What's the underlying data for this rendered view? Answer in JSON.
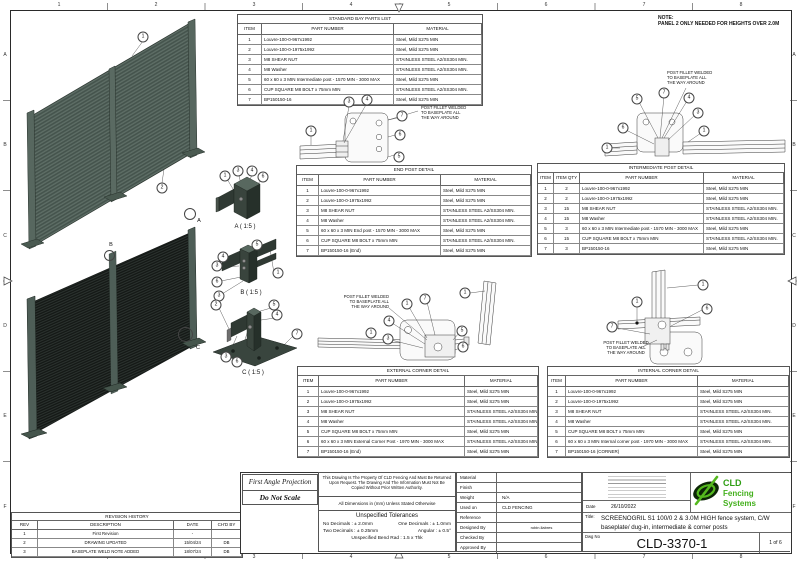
{
  "sheet": {
    "grid_cols": [
      "1",
      "2",
      "3",
      "4",
      "5",
      "6",
      "7",
      "8"
    ],
    "grid_rows": [
      "A",
      "B",
      "C",
      "D",
      "E",
      "F"
    ]
  },
  "note": {
    "heading": "NOTE:",
    "body": "PANEL 2 ONLY NEEDED FOR HEIGHTS OVER 2.0M"
  },
  "weld_note": "POST FILLET WELDED\nTO BASEPLATE ALL\nTHE WAY AROUND",
  "views": {
    "a": "A ( 1:5 )",
    "b": "B ( 1:5 )",
    "c": "C ( 1:5 )"
  },
  "markers": {
    "a": "A",
    "b": "B",
    "c": "C"
  },
  "callouts": {
    "fence1": [
      "1",
      "2"
    ],
    "detail_a": [
      "1",
      "3",
      "4",
      "6"
    ],
    "detail_b": [
      "5",
      "4",
      "3",
      "6",
      "1",
      "3"
    ],
    "detail_c": [
      "2",
      "5",
      "4",
      "7",
      "3",
      "6"
    ],
    "end_post": [
      "1",
      "3",
      "4",
      "7",
      "6",
      "5"
    ],
    "intermediate": [
      "5",
      "7",
      "4",
      "3",
      "6",
      "1",
      "1"
    ],
    "external": [
      "1",
      "7",
      "1",
      "4",
      "1",
      "3",
      "5",
      "6"
    ],
    "internal": [
      "1",
      "1",
      "6",
      "7"
    ]
  },
  "tables": {
    "standard_bay": {
      "title": "STANDARD BAY PARTS LIST",
      "headers": [
        "ITEM",
        "PART NUMBER",
        "MATERIAL"
      ],
      "rows": [
        [
          "1",
          "Louvre-100-0-967x1992",
          "Steel, Mild S275 MIN"
        ],
        [
          "2",
          "Louvre-100-0-1975x1992",
          "Steel, Mild S275 MIN"
        ],
        [
          "3",
          "M8 SHEAR NUT",
          "STAINLESS STEEL A2/SS304 MIN."
        ],
        [
          "4",
          "M8 Washer",
          "STAINLESS STEEL A2/SS304 MIN."
        ],
        [
          "5",
          "60 x 60 x 3 MIN Intermediate post - 1570 MIN - 3000 MAX",
          "Steel, Mild S275 MIN"
        ],
        [
          "6",
          "CUP SQUARE M8 BOLT x 75mm MIN",
          "STAINLESS STEEL A2/SS304 MIN."
        ],
        [
          "7",
          "BP150150-16",
          "Steel, Mild S275 MIN"
        ]
      ]
    },
    "end_post": {
      "title": "END POST DETAIL",
      "headers": [
        "ITEM",
        "PART NUMBER",
        "MATERIAL"
      ],
      "rows": [
        [
          "1",
          "Louvre-100-0-967x1992",
          "Steel, Mild S275 MIN"
        ],
        [
          "2",
          "Louvre-100-0-1975x1992",
          "Steel, Mild S275 MIN"
        ],
        [
          "3",
          "M8 SHEAR NUT",
          "STAINLESS STEEL A2/SS304 MIN."
        ],
        [
          "4",
          "M8 Washer",
          "STAINLESS STEEL A2/SS304 MIN."
        ],
        [
          "5",
          "60 x 60 x 3 MIN End post - 1570 MIN - 3000 MAX",
          "Steel, Mild S275 MIN"
        ],
        [
          "6",
          "CUP SQUARE M8 BOLT x 75mm MIN",
          "STAINLESS STEEL A2/SS304 MIN."
        ],
        [
          "7",
          "BP150150-16 (End)",
          "Steel, Mild S275 MIN"
        ]
      ]
    },
    "intermediate_post": {
      "title": "INTERMEDIATE POST DETAIL",
      "headers": [
        "ITEM",
        "ITEM QTY",
        "PART NUMBER",
        "MATERIAL"
      ],
      "rows": [
        [
          "1",
          "2",
          "Louvre-100-0-967x1992",
          "Steel, Mild S275 MIN"
        ],
        [
          "2",
          "2",
          "Louvre-100-0-1975x1992",
          "Steel, Mild S275 MIN"
        ],
        [
          "3",
          "15",
          "M8 SHEAR NUT",
          "STAINLESS STEEL A2/SS304 MIN."
        ],
        [
          "4",
          "15",
          "M8 Washer",
          "STAINLESS STEEL A2/SS304 MIN."
        ],
        [
          "5",
          "3",
          "60 x 60 x 3 MIN Intermediate post - 1570 MIN - 3000 MAX",
          "Steel, Mild S275 MIN"
        ],
        [
          "6",
          "15",
          "CUP SQUARE M8 BOLT x 75mm MIN",
          "STAINLESS STEEL A2/SS304 MIN."
        ],
        [
          "7",
          "3",
          "BP150150-16",
          "Steel, Mild S275 MIN"
        ]
      ]
    },
    "external_corner": {
      "title": "EXTERNAL CORNER DETAIL",
      "headers": [
        "ITEM",
        "PART NUMBER",
        "MATERIAL"
      ],
      "rows": [
        [
          "1",
          "Louvre-100-0-967x1992",
          "Steel, Mild S275 MIN"
        ],
        [
          "2",
          "Louvre-100-0-1975x1992",
          "Steel, Mild S275 MIN"
        ],
        [
          "3",
          "M8 SHEAR NUT",
          "STAINLESS STEEL A2/SS304 MIN."
        ],
        [
          "4",
          "M8 Washer",
          "STAINLESS STEEL A2/SS304 MIN."
        ],
        [
          "5",
          "CUP SQUARE M8 BOLT x 75mm MIN",
          "Steel, Mild S275 MIN"
        ],
        [
          "6",
          "60 x 60 x 3 MIN External Corner Post - 1970 MIN - 3000 MAX",
          "STAINLESS STEEL A2/SS304 MIN."
        ],
        [
          "7",
          "BP150150-16 (End)",
          "Steel, Mild S275 MIN"
        ]
      ]
    },
    "internal_corner": {
      "title": "INTERNAL CORNER DETAIL",
      "headers": [
        "ITEM",
        "PART NUMBER",
        "MATERIAL"
      ],
      "rows": [
        [
          "1",
          "Louvre-100-0-967x1992",
          "Steel, Mild S275 MIN"
        ],
        [
          "2",
          "Louvre-100-0-1975x1992",
          "Steel, Mild S275 MIN"
        ],
        [
          "3",
          "M8 SHEAR NUT",
          "STAINLESS STEEL A2/SS304 MIN."
        ],
        [
          "4",
          "M8 Washer",
          "STAINLESS STEEL A2/SS304 MIN."
        ],
        [
          "5",
          "CUP SQUARE M8 BOLT x 75mm MIN",
          "Steel, Mild S275 MIN"
        ],
        [
          "6",
          "60 x 60 x 3 MIN Internal corner post - 1970 MIN - 3000 MAX",
          "STAINLESS STEEL A2/SS304 MIN."
        ],
        [
          "7",
          "BP150150-16 (CORNER)",
          "Steel, Mild S275 MIN"
        ]
      ]
    },
    "revision": {
      "title": "REVISION HISTORY",
      "headers": [
        "REV",
        "DESCRIPTION",
        "DATE",
        "CH'D BY"
      ],
      "rows": [
        [
          "1",
          "First Revision",
          "-",
          ""
        ],
        [
          "2",
          "DRAWING UPDATED",
          "15/04/24",
          "DB"
        ],
        [
          "3",
          "BASEPLATE WELD NOTE ADDED",
          "18/07/24",
          "DB"
        ]
      ]
    }
  },
  "title_block": {
    "projection": "First Angle Projection",
    "do_not_scale": "Do Not Scale",
    "property_note": "This Drawing Is The Property Of CLD Fencing And Must Be Returned Upon Request. The Drawing And The Information Must Not Be Copied Without Prior Written Authority.",
    "dims_note": "All Dimensions in (mm) Unless Stated Otherwise",
    "tolerances": {
      "title": "Unspecified Tolerances",
      "no_dec": "No Decimals : ± 2.0mm",
      "one_dec": "One Decimals : ± 1.0mm",
      "two_dec": "Two Decimals : ± 0.25mm",
      "angular": "Angular : ± 0.5°",
      "bend": "Unspecified Bend Rad : 1.5 x Thk"
    },
    "fields": [
      {
        "label": "Material",
        "value": ""
      },
      {
        "label": "Finish",
        "value": ""
      },
      {
        "label": "Weight",
        "value": "N/A"
      },
      {
        "label": "Used on",
        "value": "CLD FENCING"
      },
      {
        "label": "Reference",
        "value": ""
      },
      {
        "label": "Designed By",
        "value": "robin.llabres"
      },
      {
        "label": "Checked By",
        "value": ""
      },
      {
        "label": "Approved By",
        "value": ""
      }
    ],
    "date_label": "Date",
    "date": "26/10/2022",
    "title_label": "Title:",
    "title": "SCREENOGRIL S1 100/0 2 & 3.0M HIGH fence system, C/W baseplate/ dug-in, intermediate & corner posts",
    "dwg_label": "Dwg No",
    "dwg_no": "CLD-3370-1",
    "sheet_no": "1 of 6",
    "logo": {
      "line1": "CLD",
      "line2": "Fencing",
      "line3": "Systems"
    }
  },
  "colors": {
    "accent_green": "#43b01c",
    "panel_light": "#4e5e57",
    "panel_dark": "#1f2522"
  }
}
